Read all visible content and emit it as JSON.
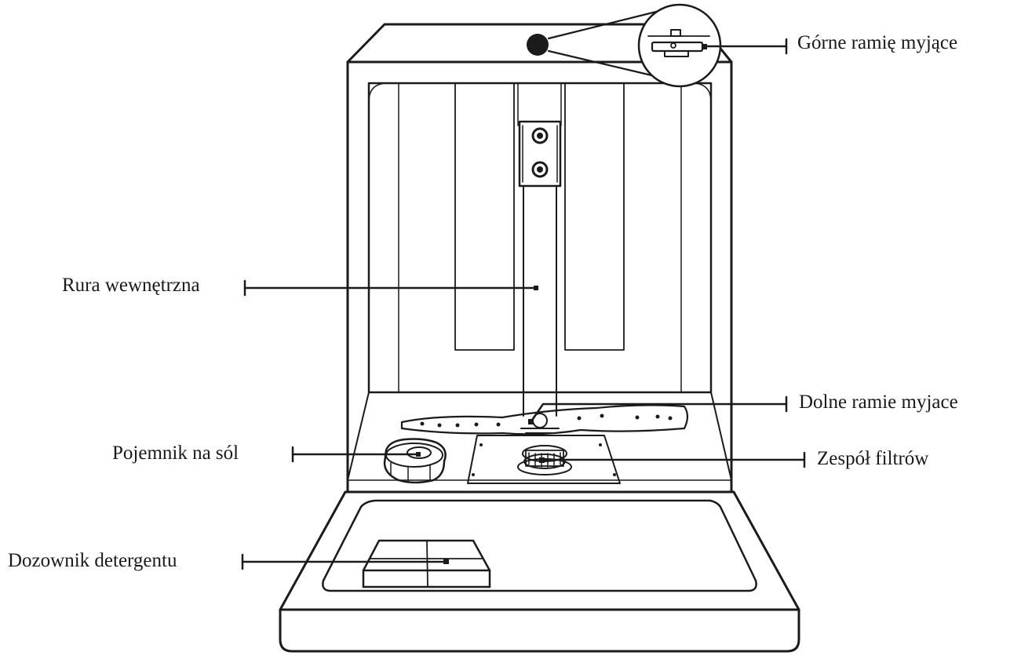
{
  "labels": {
    "upper_spray_arm": "Górne ramię myjące",
    "inner_pipe": "Rura wewnętrzna",
    "lower_spray_arm": "Dolne ramie myjace",
    "salt_container": "Pojemnik na sól",
    "filter_assembly": "Zespół filtrów",
    "detergent_dispenser": "Dozownik detergentu"
  }
}
